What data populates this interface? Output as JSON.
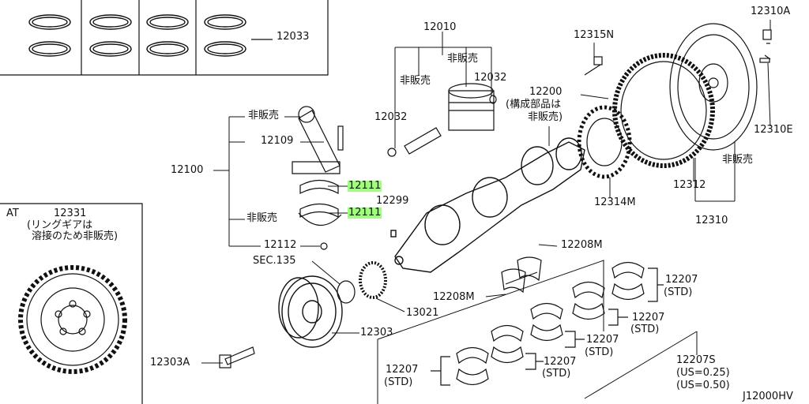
{
  "diagram_id": "J12000HV",
  "labels": {
    "p12033": "12033",
    "p12010": "12010",
    "p12315n": "12315N",
    "p12310a": "12310A",
    "hanbai_piston": "非販売",
    "p12032_right": "12032",
    "hanbai_pin": "非販売",
    "p12200": "12200",
    "kosei_note": "(構成部品は",
    "kosei_hanbai": "非販売)",
    "p12032_left": "12032",
    "hanbai_rod": "非販売",
    "p12109": "12109",
    "p12100": "12100",
    "p12111_top": "12111",
    "p12299": "12299",
    "hanbai_bearing": "非販売",
    "p12111_bot": "12111",
    "p12112": "12112",
    "p12314m": "12314M",
    "p12312": "12312",
    "hanbai_flywheel": "非販売",
    "p12310e": "12310E",
    "p12310": "12310",
    "at": "AT",
    "p12331": "12331",
    "ring_note1": "(リングギアは",
    "ring_note2": "溶接のため非販売)",
    "sec135": "SEC.135",
    "p12208m_top": "12208M",
    "p12207_r1": "12207",
    "std_r1": "(STD)",
    "p12208m_bot": "12208M",
    "p13021": "13021",
    "p12207_r2": "12207",
    "std_r2": "(STD)",
    "p12303": "12303",
    "p12207_r3": "12207",
    "std_r3": "(STD)",
    "p12303a": "12303A",
    "p12207s": "12207S",
    "us025": "(US=0.25)",
    "us050": "(US=0.50)",
    "p12207_r5": "12207",
    "std_r5": "(STD)",
    "p12207_r4": "12207",
    "std_r4": "(STD)"
  },
  "highlight_color": "#9eff7a",
  "line_color": "#111111"
}
